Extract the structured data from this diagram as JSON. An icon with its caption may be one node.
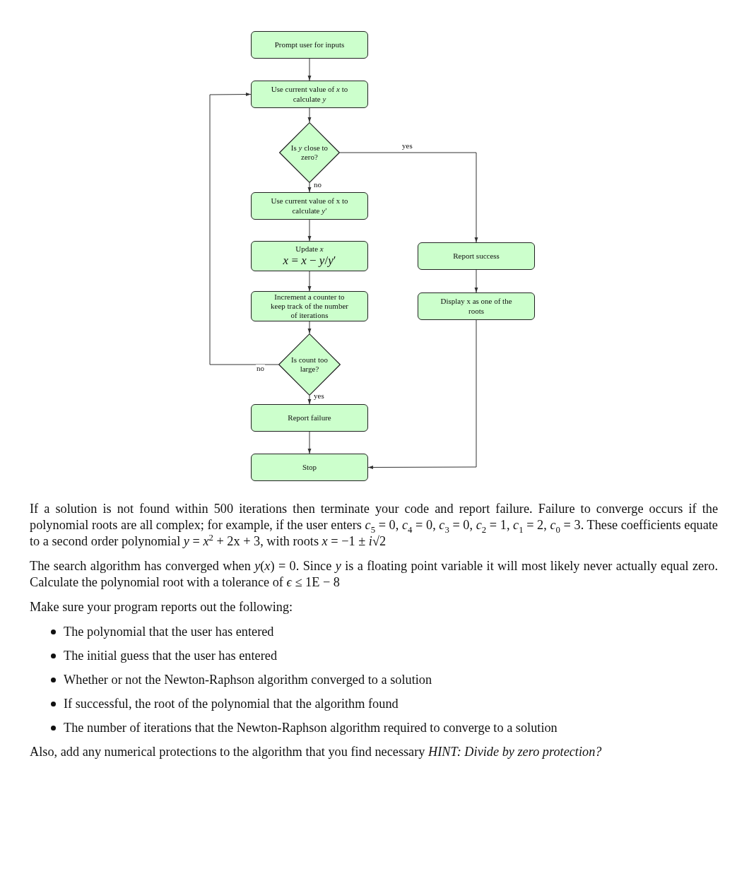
{
  "diagram": {
    "nodes": [
      {
        "text": [
          "Prompt user for inputs"
        ]
      },
      {
        "text": [
          "Use current value of *x* to calculate *y*"
        ]
      },
      {
        "text": [
          "Is *y* close to zero?"
        ]
      },
      {
        "text": [
          "Use current value of x to calculate *y*′"
        ]
      },
      {
        "text": [
          "Update *x*",
          "*x* = *x* − *y*/*y*′"
        ]
      },
      {
        "text": [
          "Increment a counter to keep track of the number of iterations"
        ]
      },
      {
        "text": [
          "Is count too large?"
        ]
      },
      {
        "text": [
          "Report failure"
        ]
      },
      {
        "text": [
          "Stop"
        ]
      },
      {
        "text": [
          "Report success"
        ]
      },
      {
        "text": [
          "Display x as one of the roots"
        ]
      }
    ],
    "edges": [
      {
        "from": 0,
        "to": 1,
        "arrow": "to"
      },
      {
        "from": 1,
        "to": 2,
        "arrow": "to"
      },
      {
        "from": 2,
        "to": 3,
        "arrow": "to",
        "label": "no"
      },
      {
        "from": 3,
        "to": 4,
        "arrow": "to"
      },
      {
        "from": 4,
        "to": 5,
        "arrow": "to"
      },
      {
        "from": 5,
        "to": 6,
        "arrow": "to"
      },
      {
        "from": 6,
        "to": 7,
        "arrow": "to",
        "label": "yes"
      },
      {
        "from": 7,
        "to": 8,
        "arrow": "to"
      },
      {
        "from": 2,
        "to": 9,
        "arrow": "to",
        "label": "yes"
      },
      {
        "from": 9,
        "to": 10,
        "arrow": "to"
      },
      {
        "from": 10,
        "to": 8,
        "arrow": "to"
      },
      {
        "from": 6,
        "to": 1,
        "arrow": "to",
        "label": "no"
      }
    ],
    "labels": [
      "If a solution is not found within 500 iterations then terminate your code and report failure. Failure to converge occurs if the polynomial roots are all complex; for example, if the user enters *c*$_{5}$ = 0, *c*$_{4}$ = 0, *c*$_{3}$ = 0, *c*$_{2}$ = 1, *c*$_{1}$ = 2, *c*$_{0}$ = 3. These coefficients equate to a second order polynomial *y* = *x*$^{2}$ + 2x + 3, with roots *x* = −1 ± *i*√2",
      "The search algorithm has converged when *y*(*x*) = 0. Since *y* is a floating point variable it will most likely never actually equal zero. Calculate the polynomial root with a tolerance of *ϵ* ≤ 1E − 8",
      "Make sure your program reports out the following:",
      "The polynomial that the user has entered",
      "The initial guess that the user has entered",
      "Whether or not the Newton-Raphson algorithm converged to a solution",
      "If successful, the root of the polynomial that the algorithm found",
      "The number of iterations that the Newton-Raphson algorithm required to converge to a solution",
      "Also, add any numerical protections to the algorithm that you find necessary *HINT: Divide by zero protection?*"
    ]
  }
}
